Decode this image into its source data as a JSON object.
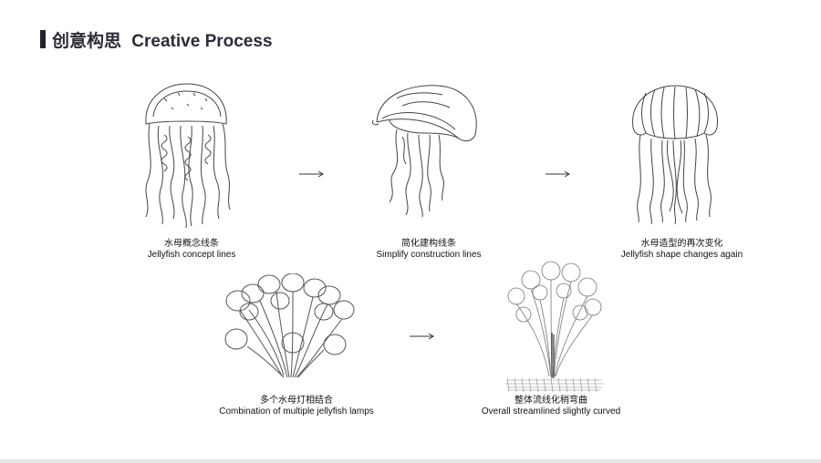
{
  "header": {
    "title_cn": "创意构思",
    "title_en": "Creative Process"
  },
  "steps": [
    {
      "cn": "水母概念线条",
      "en": "Jellyfish concept lines"
    },
    {
      "cn": "简化建构线条",
      "en": "Simplify construction lines"
    },
    {
      "cn": "水母造型的再次变化",
      "en": "Jellyfish shape changes again"
    },
    {
      "cn": "多个水母灯相结合",
      "en": "Combination of multiple jellyfish lamps"
    },
    {
      "cn": "整体流线化稍弯曲",
      "en": "Overall streamlined slightly curved"
    }
  ],
  "icons": {
    "arrow": "right-arrow-icon"
  }
}
